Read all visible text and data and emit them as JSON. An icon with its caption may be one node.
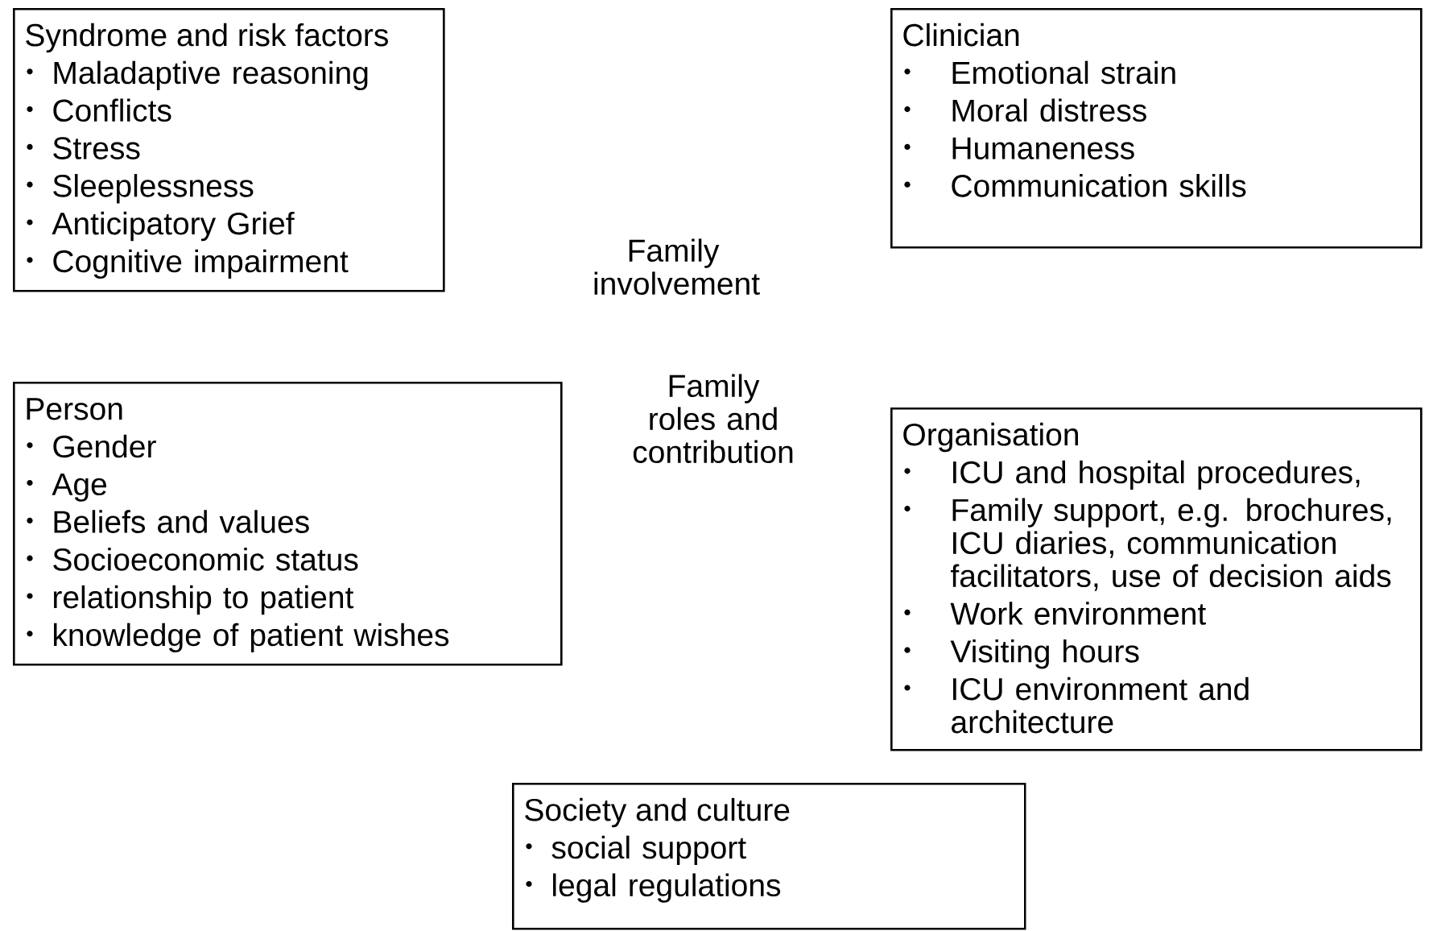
{
  "diagram": {
    "nodes": [
      {
        "text": [
          "Syndrome and risk factors",
          "Maladaptive reasoning",
          "Conflicts",
          "Stress",
          "Sleeplessness",
          "Anticipatory Grief",
          "Cognitive impairment"
        ]
      },
      {
        "text": [
          "Clinician",
          "Emotional strain",
          "Moral distress",
          "Humaneness",
          "Communication skills"
        ]
      },
      {
        "text": [
          "Person",
          "Gender",
          "Age",
          "Beliefs and values",
          "Socioeconomic status",
          "relationship to patient",
          "knowledge of patient wishes"
        ]
      },
      {
        "text": [
          "Organisation",
          "ICU and hospital procedures,",
          "Family support, e.g. brochures, ICU diaries, communication facilitators, use of decision aids",
          "Work environment",
          "Visiting hours",
          "ICU environment and architecture"
        ]
      },
      {
        "text": [
          "Society and culture",
          "social support",
          "legal regulations"
        ]
      }
    ],
    "labels": [
      "Family involvement",
      "Family roles and contribution"
    ]
  }
}
